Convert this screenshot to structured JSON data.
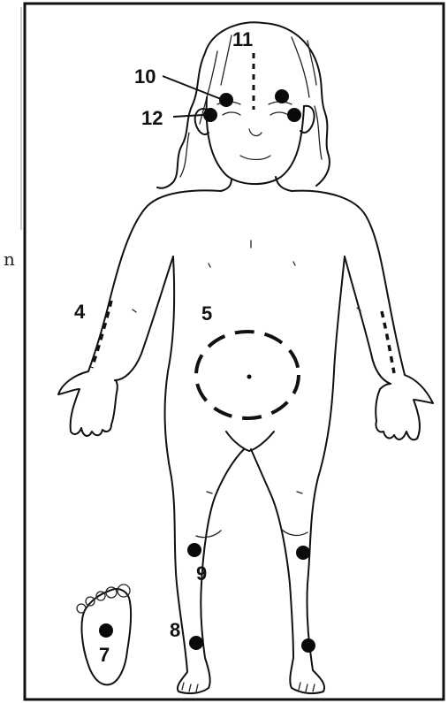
{
  "figure": {
    "stray_letter": "n",
    "points": [
      {
        "id": "p11",
        "label": "11",
        "desc": "dashed line on forehead"
      },
      {
        "id": "p10",
        "label": "10"
      },
      {
        "id": "p12",
        "label": "12"
      },
      {
        "id": "p4",
        "label": "4"
      },
      {
        "id": "p5",
        "label": "5"
      },
      {
        "id": "p9",
        "label": "9"
      },
      {
        "id": "p8",
        "label": "8"
      },
      {
        "id": "p7",
        "label": "7"
      }
    ]
  }
}
